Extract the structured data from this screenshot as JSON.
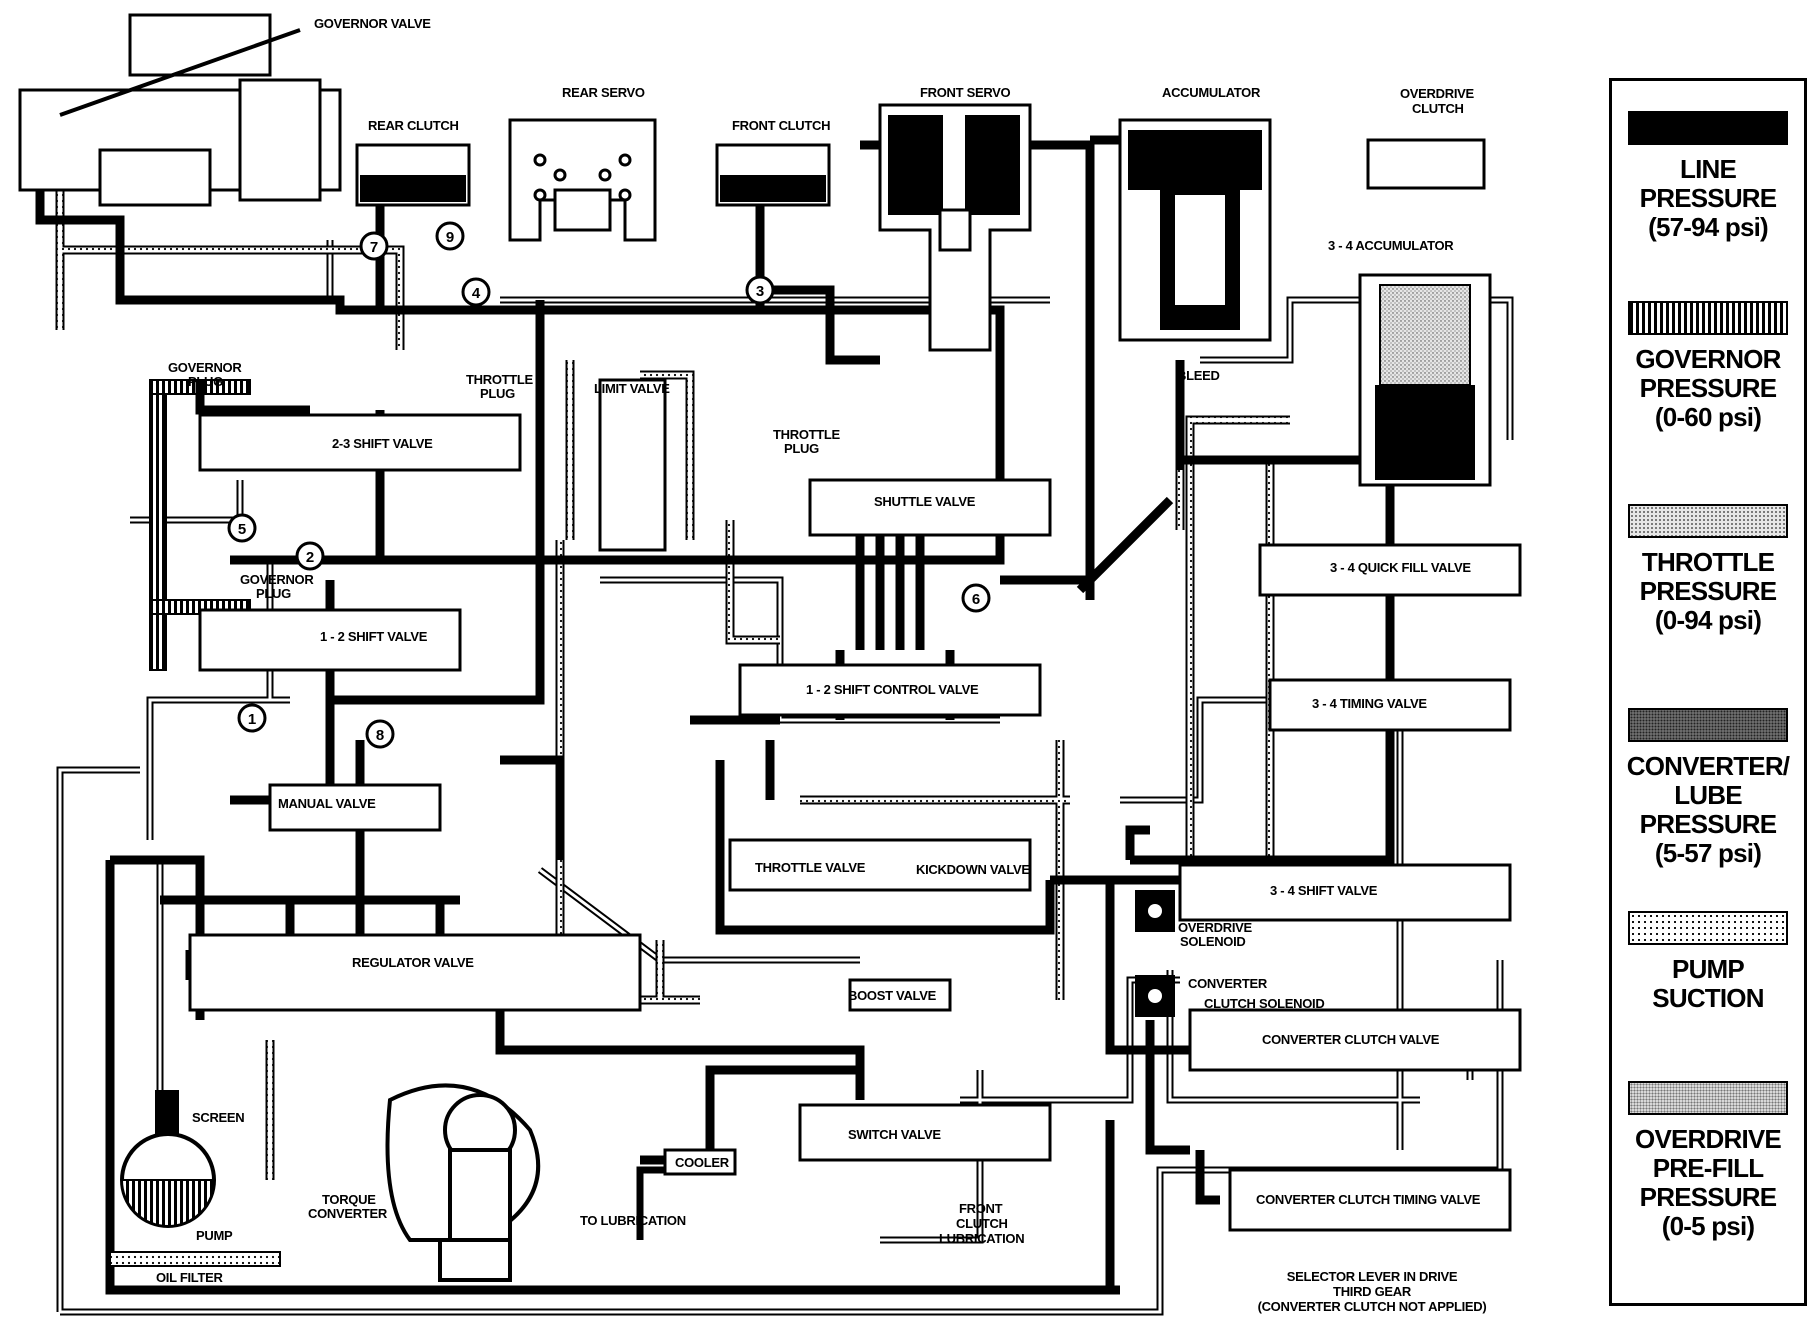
{
  "components": {
    "governor_valve": "GOVERNOR VALVE",
    "rear_clutch": "REAR CLUTCH",
    "rear_servo": "REAR SERVO",
    "front_clutch": "FRONT CLUTCH",
    "front_servo": "FRONT SERVO",
    "accumulator": "ACCUMULATOR",
    "overdrive_clutch_1": "OVERDRIVE",
    "overdrive_clutch_2": "CLUTCH",
    "accumulator_34": "3 - 4 ACCUMULATOR",
    "bleed": "BLEED",
    "governor_plug_top_1": "GOVERNOR",
    "governor_plug_top_2": "PLUG",
    "throttle_plug_top_1": "THROTTLE",
    "throttle_plug_top_2": "PLUG",
    "limit_valve": "LIMIT VALVE",
    "shift_valve_23": "2-3 SHIFT VALVE",
    "throttle_plug_mid_1": "THROTTLE",
    "throttle_plug_mid_2": "PLUG",
    "shuttle_valve": "SHUTTLE VALVE",
    "governor_plug_mid_1": "GOVERNOR",
    "governor_plug_mid_2": "PLUG",
    "shift_valve_12": "1 - 2 SHIFT VALVE",
    "quick_fill_valve_34": "3 - 4 QUICK FILL VALVE",
    "shift_control_valve_12": "1 - 2 SHIFT CONTROL VALVE",
    "timing_valve_34": "3 - 4 TIMING VALVE",
    "manual_valve": "MANUAL VALVE",
    "throttle_valve": "THROTTLE VALVE",
    "kickdown_valve": "KICKDOWN VALVE",
    "shift_valve_34": "3 - 4 SHIFT VALVE",
    "overdrive_solenoid_1": "OVERDRIVE",
    "overdrive_solenoid_2": "SOLENOID",
    "regulator_valve": "REGULATOR VALVE",
    "boost_valve": "BOOST VALVE",
    "converter_clutch_solenoid_1": "CONVERTER",
    "converter_clutch_solenoid_2": "CLUTCH SOLENOID",
    "converter_clutch_valve": "CONVERTER CLUTCH VALVE",
    "switch_valve": "SWITCH VALVE",
    "screen": "SCREEN",
    "cooler": "COOLER",
    "torque_converter_1": "TORQUE",
    "torque_converter_2": "CONVERTER",
    "to_lubrication": "TO LUBRICATION",
    "front_clutch_lub_1": "FRONT",
    "front_clutch_lub_2": "CLUTCH",
    "front_clutch_lub_3": "LUBRICATION",
    "converter_clutch_timing_valve": "CONVERTER CLUTCH TIMING VALVE",
    "pump": "PUMP",
    "oil_filter": "OIL FILTER"
  },
  "callouts": [
    "1",
    "2",
    "3",
    "4",
    "5",
    "6",
    "7",
    "8",
    "9"
  ],
  "caption": [
    "SELECTOR LEVER IN DRIVE",
    "THIRD GEAR",
    "(CONVERTER CLUTCH NOT APPLIED)"
  ],
  "legend": [
    {
      "pattern": "line",
      "lines": [
        "LINE PRESSURE",
        "(57-94 psi)"
      ]
    },
    {
      "pattern": "governor",
      "lines": [
        "GOVERNOR",
        "PRESSURE",
        "(0-60 psi)"
      ]
    },
    {
      "pattern": "throttle",
      "lines": [
        "THROTTLE",
        "PRESSURE",
        "(0-94 psi)"
      ]
    },
    {
      "pattern": "converter",
      "lines": [
        "CONVERTER/",
        "LUBE PRESSURE",
        "(5-57 psi)"
      ]
    },
    {
      "pattern": "pump",
      "lines": [
        "PUMP",
        "SUCTION"
      ]
    },
    {
      "pattern": "overdrive",
      "lines": [
        "OVERDRIVE",
        "PRE-FILL",
        "PRESSURE",
        "(0-5 psi)"
      ]
    }
  ]
}
